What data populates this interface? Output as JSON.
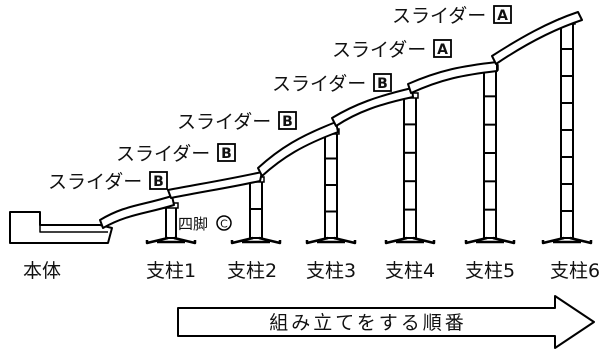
{
  "diagram": {
    "slider_labels": [
      {
        "text": "スライダー",
        "badge": "B"
      },
      {
        "text": "スライダー",
        "badge": "B"
      },
      {
        "text": "スライダー",
        "badge": "B"
      },
      {
        "text": "スライダー",
        "badge": "B"
      },
      {
        "text": "スライダー",
        "badge": "A"
      },
      {
        "text": "スライダー",
        "badge": "A"
      }
    ],
    "base_label": "本体",
    "pillar_labels": [
      "支柱1",
      "支柱2",
      "支柱3",
      "支柱4",
      "支柱5",
      "支柱6"
    ],
    "fourleg_text": "四脚",
    "fourleg_badge": "C",
    "arrow_label": "組み立てをする順番"
  }
}
